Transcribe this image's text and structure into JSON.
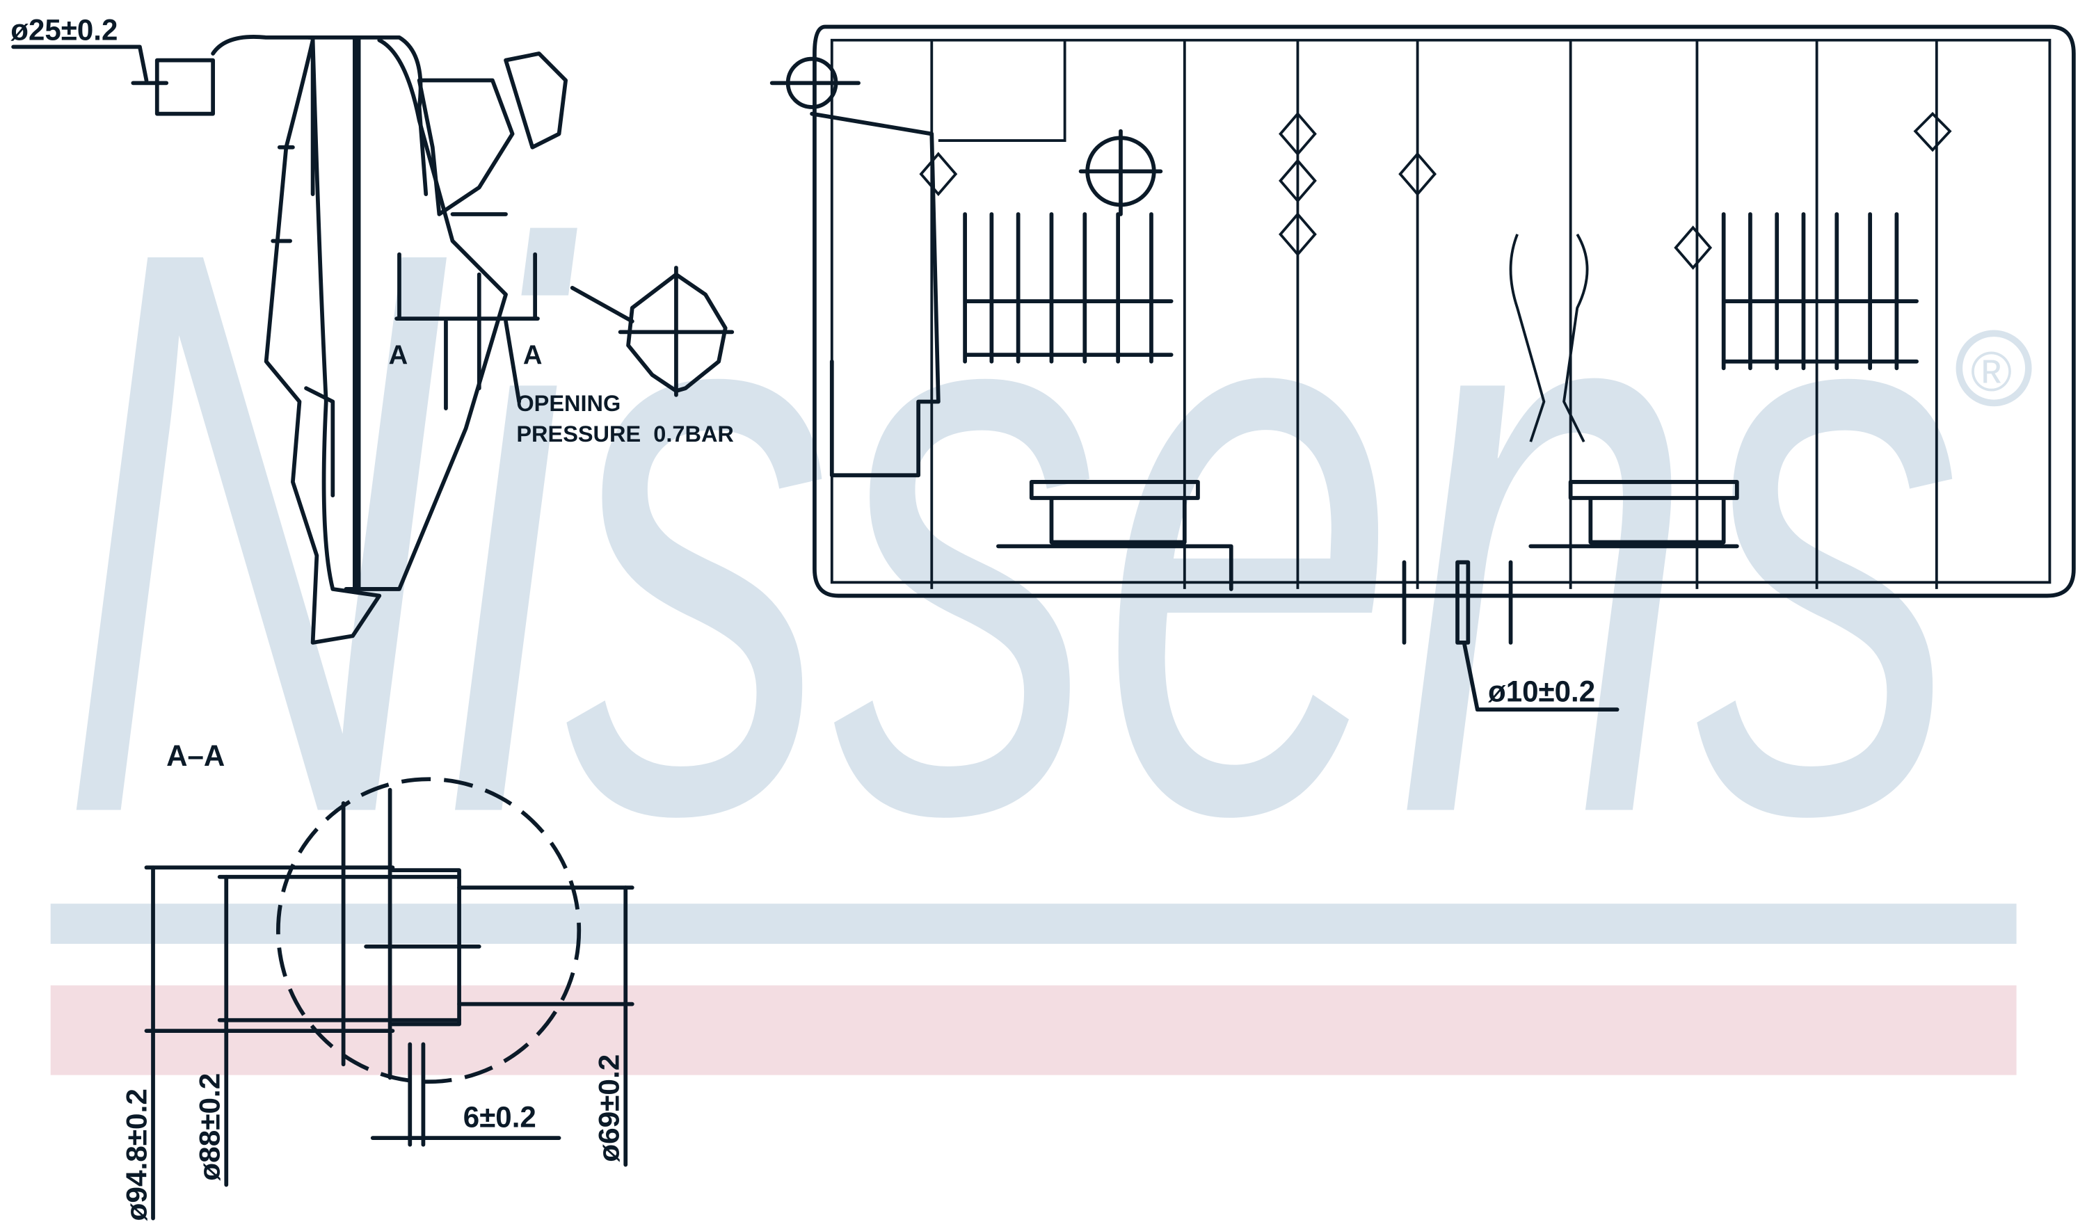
{
  "watermark": {
    "brand": "Nissens",
    "registered_mark": "®",
    "stripe_colors": [
      "#d8e3ec",
      "#f3dde2"
    ]
  },
  "side_view": {
    "inlet_diameter": "ø25±0.2",
    "section_mark_left": "A",
    "section_mark_right": "A",
    "cap_note_line1": "OPENING",
    "cap_note_line2": "PRESSURE  0.7BAR"
  },
  "front_view": {
    "outlet_diameter": "ø10±0.2"
  },
  "section": {
    "title": "A–A",
    "dim_outer": "ø94.8±0.2",
    "dim_middle": "ø88±0.2",
    "dim_thread": "6±0.2",
    "dim_inner": "ø69±0.2"
  }
}
